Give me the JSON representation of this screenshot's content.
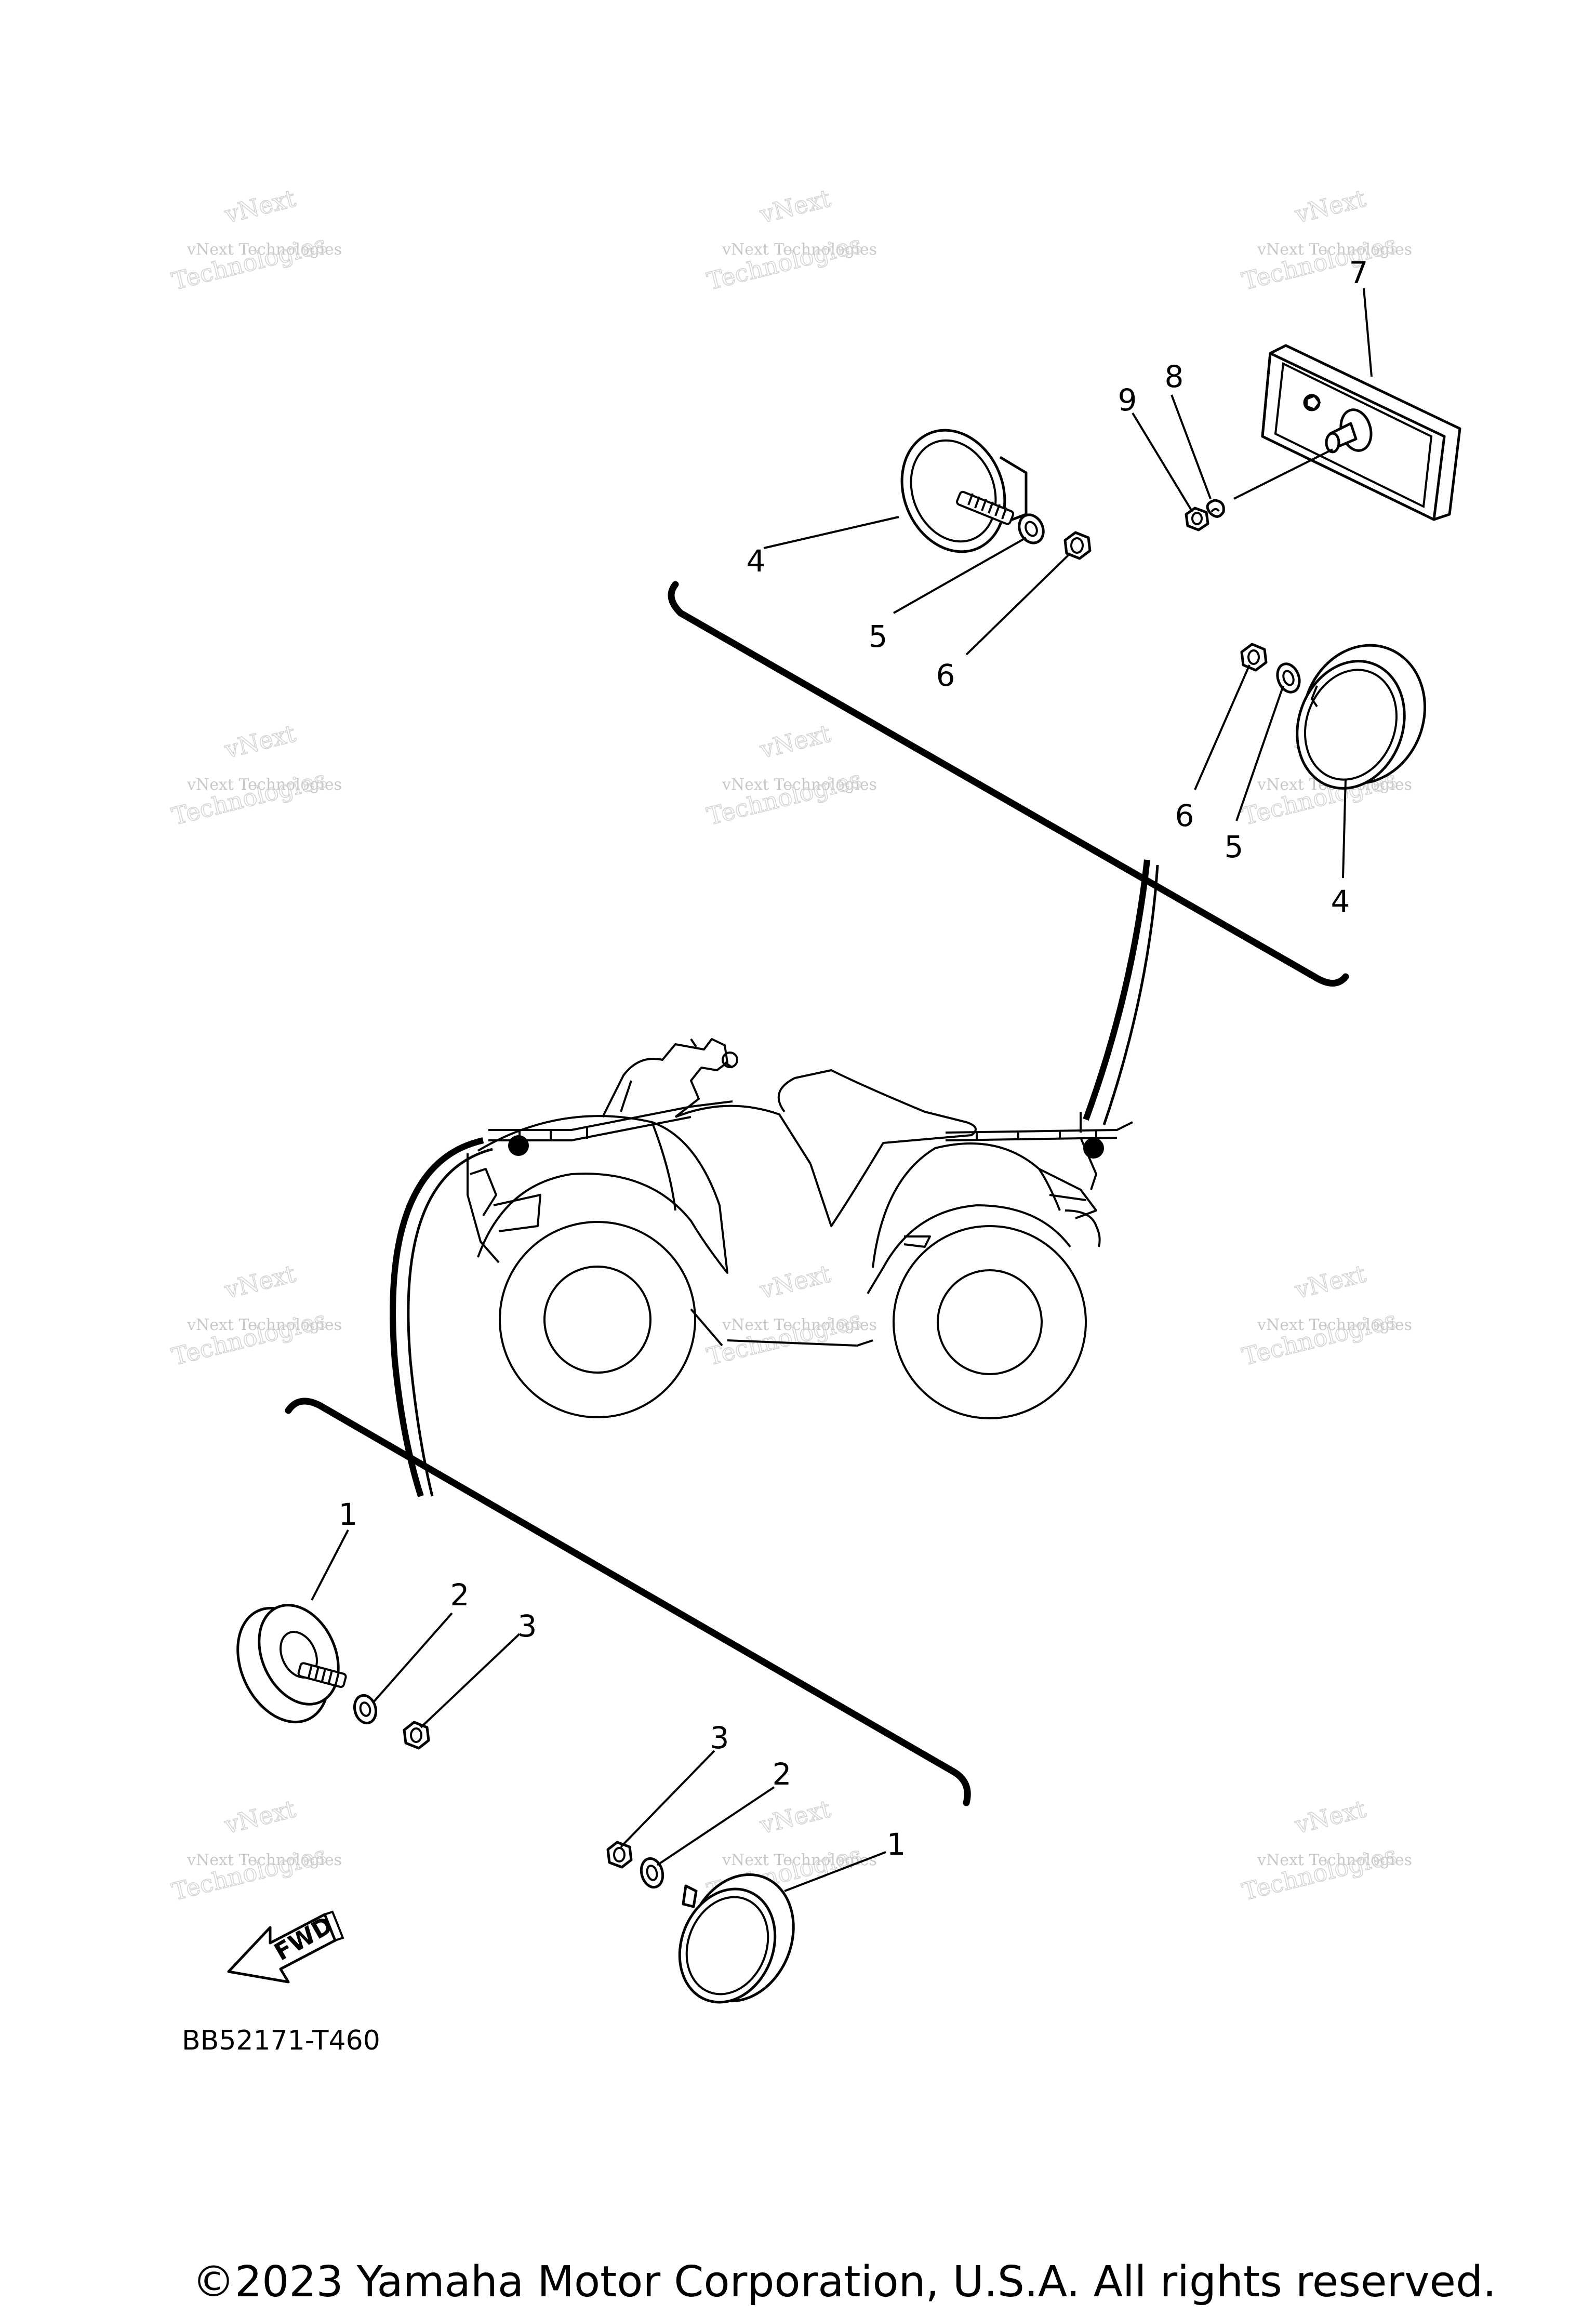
{
  "diagram": {
    "drawing_code": "BB52171-T460",
    "copyright": "©2023 Yamaha Motor Corporation, U.S.A. All rights reserved.",
    "fwd_label": "FWD",
    "watermark": {
      "line1": "vNext Technologies",
      "line2": "vNext",
      "line3": "Technologies"
    },
    "callouts": {
      "rear_bolt_left": "4",
      "rear_washer_left": "5",
      "rear_nut_left": "6",
      "plate_reflector": "7",
      "plate_washer": "8",
      "plate_nut": "9",
      "rear_nut_right": "6",
      "rear_washer_right": "5",
      "rear_reflector_right": "4",
      "front_reflector_left": "1",
      "front_washer_left": "2",
      "front_nut_left": "3",
      "front_nut_right": "3",
      "front_washer_right": "2",
      "front_reflector_right": "1"
    }
  }
}
